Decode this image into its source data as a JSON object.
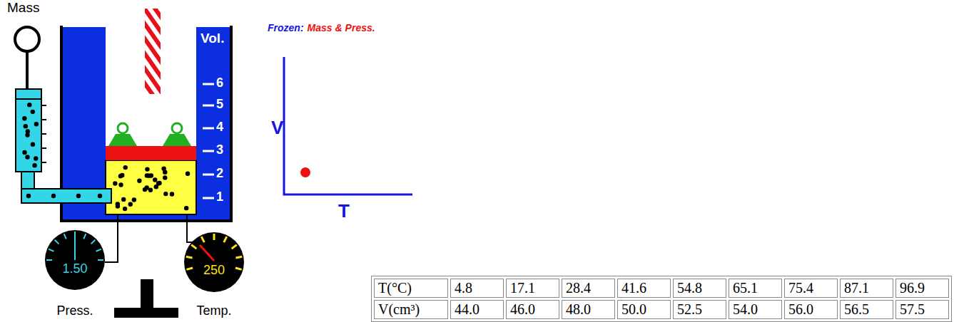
{
  "diagram": {
    "nodes": [
      {
        "text": [
          "Mass"
        ]
      },
      {
        "text": [
          "Vol.",
          "6",
          "5",
          "4",
          "3",
          "2",
          "1"
        ]
      },
      {
        "text": [
          "1.50",
          "Press."
        ]
      },
      {
        "text": [
          "250",
          "Temp."
        ]
      }
    ],
    "labels": [
      "Frozen:",
      "Mass",
      "& Press.",
      "V",
      "T",
      "T(°C)",
      "4.8",
      "17.1",
      "28.4",
      "41.6",
      "54.8",
      "65.1",
      "75.4",
      "87.1",
      "96.9",
      "V(cm³)",
      "44.0",
      "46.0",
      "48.0",
      "50.0",
      "52.5",
      "54.0",
      "56.0",
      "56.5",
      "57.5"
    ]
  }
}
